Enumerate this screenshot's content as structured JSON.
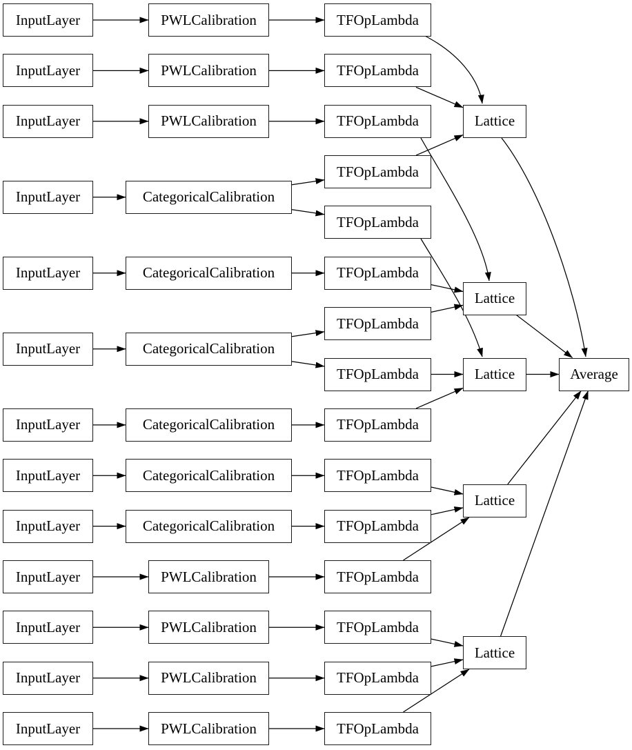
{
  "diagram": {
    "background_color": "#ffffff",
    "edge_color": "#000000",
    "node_border_color": "#1a1a1a",
    "node_fill_color": "#ffffff",
    "text_color": "#000000",
    "node_labels": {
      "input": "InputLayer",
      "pwl": "PWLCalibration",
      "cat": "CategoricalCalibration",
      "tfop": "TFOpLambda",
      "lattice": "Lattice",
      "average": "Average"
    },
    "nodes": [
      {
        "id": "in1",
        "type": "input",
        "row": 0
      },
      {
        "id": "in2",
        "type": "input",
        "row": 1
      },
      {
        "id": "in3",
        "type": "input",
        "row": 2
      },
      {
        "id": "in4",
        "type": "input",
        "row": 3.5
      },
      {
        "id": "in5",
        "type": "input",
        "row": 5
      },
      {
        "id": "in6",
        "type": "input",
        "row": 6.5
      },
      {
        "id": "in7",
        "type": "input",
        "row": 8
      },
      {
        "id": "in8",
        "type": "input",
        "row": 9
      },
      {
        "id": "in9",
        "type": "input",
        "row": 10
      },
      {
        "id": "in10",
        "type": "input",
        "row": 11
      },
      {
        "id": "in11",
        "type": "input",
        "row": 12
      },
      {
        "id": "in12",
        "type": "input",
        "row": 13
      },
      {
        "id": "in13",
        "type": "input",
        "row": 14
      },
      {
        "id": "pwl1",
        "type": "pwl",
        "row": 0
      },
      {
        "id": "pwl2",
        "type": "pwl",
        "row": 1
      },
      {
        "id": "pwl3",
        "type": "pwl",
        "row": 2
      },
      {
        "id": "cat1",
        "type": "cat",
        "row": 3.5
      },
      {
        "id": "cat2",
        "type": "cat",
        "row": 5
      },
      {
        "id": "cat3",
        "type": "cat",
        "row": 6.5
      },
      {
        "id": "cat4",
        "type": "cat",
        "row": 8
      },
      {
        "id": "cat5",
        "type": "cat",
        "row": 9
      },
      {
        "id": "cat6",
        "type": "cat",
        "row": 10
      },
      {
        "id": "pwl4",
        "type": "pwl",
        "row": 11
      },
      {
        "id": "pwl5",
        "type": "pwl",
        "row": 12
      },
      {
        "id": "pwl6",
        "type": "pwl",
        "row": 13
      },
      {
        "id": "pwl7",
        "type": "pwl",
        "row": 14
      },
      {
        "id": "tfop1",
        "type": "tfop",
        "row": 0
      },
      {
        "id": "tfop2",
        "type": "tfop",
        "row": 1
      },
      {
        "id": "tfop3",
        "type": "tfop",
        "row": 2
      },
      {
        "id": "tfop4",
        "type": "tfop",
        "row": 3
      },
      {
        "id": "tfop5",
        "type": "tfop",
        "row": 4
      },
      {
        "id": "tfop6",
        "type": "tfop",
        "row": 5
      },
      {
        "id": "tfop7",
        "type": "tfop",
        "row": 6
      },
      {
        "id": "tfop8",
        "type": "tfop",
        "row": 7
      },
      {
        "id": "tfop9",
        "type": "tfop",
        "row": 8
      },
      {
        "id": "tfop10",
        "type": "tfop",
        "row": 9
      },
      {
        "id": "tfop11",
        "type": "tfop",
        "row": 10
      },
      {
        "id": "tfop12",
        "type": "tfop",
        "row": 11
      },
      {
        "id": "tfop13",
        "type": "tfop",
        "row": 12
      },
      {
        "id": "tfop14",
        "type": "tfop",
        "row": 13
      },
      {
        "id": "tfop15",
        "type": "tfop",
        "row": 14
      },
      {
        "id": "lat1",
        "type": "lattice",
        "row": 2
      },
      {
        "id": "lat2",
        "type": "lattice",
        "row": 5.5
      },
      {
        "id": "lat3",
        "type": "lattice",
        "row": 7
      },
      {
        "id": "lat4",
        "type": "lattice",
        "row": 9.5
      },
      {
        "id": "lat5",
        "type": "lattice",
        "row": 12.5
      },
      {
        "id": "avg",
        "type": "average",
        "row": 7
      }
    ],
    "edges": [
      {
        "from": "in1",
        "to": "pwl1"
      },
      {
        "from": "in2",
        "to": "pwl2"
      },
      {
        "from": "in3",
        "to": "pwl3"
      },
      {
        "from": "in4",
        "to": "cat1"
      },
      {
        "from": "in5",
        "to": "cat2"
      },
      {
        "from": "in6",
        "to": "cat3"
      },
      {
        "from": "in7",
        "to": "cat4"
      },
      {
        "from": "in8",
        "to": "cat5"
      },
      {
        "from": "in9",
        "to": "cat6"
      },
      {
        "from": "in10",
        "to": "pwl4"
      },
      {
        "from": "in11",
        "to": "pwl5"
      },
      {
        "from": "in12",
        "to": "pwl6"
      },
      {
        "from": "in13",
        "to": "pwl7"
      },
      {
        "from": "pwl1",
        "to": "tfop1"
      },
      {
        "from": "pwl2",
        "to": "tfop2"
      },
      {
        "from": "pwl3",
        "to": "tfop3"
      },
      {
        "from": "cat1",
        "to": "tfop4"
      },
      {
        "from": "cat1",
        "to": "tfop5"
      },
      {
        "from": "cat2",
        "to": "tfop6"
      },
      {
        "from": "cat3",
        "to": "tfop7"
      },
      {
        "from": "cat3",
        "to": "tfop8"
      },
      {
        "from": "cat4",
        "to": "tfop9"
      },
      {
        "from": "cat5",
        "to": "tfop10"
      },
      {
        "from": "cat6",
        "to": "tfop11"
      },
      {
        "from": "pwl4",
        "to": "tfop12"
      },
      {
        "from": "pwl5",
        "to": "tfop13"
      },
      {
        "from": "pwl6",
        "to": "tfop14"
      },
      {
        "from": "pwl7",
        "to": "tfop15"
      },
      {
        "from": "tfop1",
        "to": "lat1",
        "pts": [
          612,
          50,
          664,
          76,
          694,
          114,
          699,
          150
        ]
      },
      {
        "from": "tfop2",
        "to": "lat1"
      },
      {
        "from": "tfop4",
        "to": "lat1"
      },
      {
        "from": "tfop3",
        "to": "lat2",
        "pts": [
          610,
          200,
          645,
          262,
          701,
          346,
          709,
          407
        ]
      },
      {
        "from": "tfop6",
        "to": "lat2"
      },
      {
        "from": "tfop7",
        "to": "lat2"
      },
      {
        "from": "tfop5",
        "to": "lat3",
        "pts": [
          610,
          346,
          640,
          396,
          682,
          458,
          699,
          517
        ]
      },
      {
        "from": "tfop8",
        "to": "lat3"
      },
      {
        "from": "tfop9",
        "to": "lat3"
      },
      {
        "from": "tfop10",
        "to": "lat4"
      },
      {
        "from": "tfop11",
        "to": "lat4"
      },
      {
        "from": "tfop12",
        "to": "lat4"
      },
      {
        "from": "tfop13",
        "to": "lat5"
      },
      {
        "from": "tfop14",
        "to": "lat5"
      },
      {
        "from": "tfop15",
        "to": "lat5"
      },
      {
        "from": "lat1",
        "to": "avg",
        "pts": [
          727,
          200,
          783,
          272,
          833,
          415,
          849,
          517
        ]
      },
      {
        "from": "lat2",
        "to": "avg"
      },
      {
        "from": "lat3",
        "to": "avg"
      },
      {
        "from": "lat4",
        "to": "avg"
      },
      {
        "from": "lat5",
        "to": "avg"
      }
    ]
  }
}
